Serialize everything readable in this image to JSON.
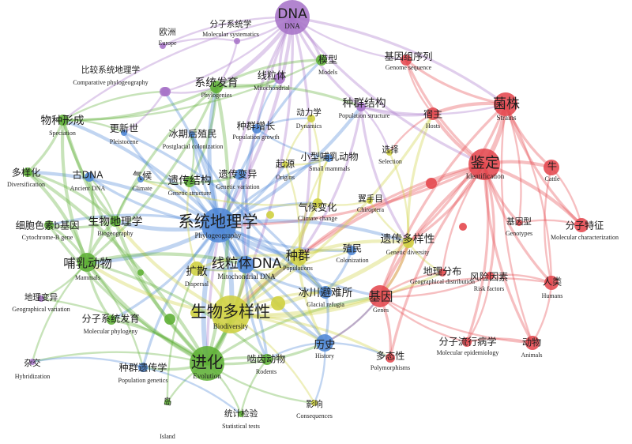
{
  "colors": {
    "green": "#5fb036",
    "red": "#e4484e",
    "purple": "#a774c8",
    "blue": "#4e87d6",
    "yellow": "#cfd040"
  },
  "nodes": [
    {
      "id": "dna",
      "cn": "DNA",
      "en": "DNA",
      "cluster": "purple",
      "weight": 5
    },
    {
      "id": "europe",
      "cn": "欧洲",
      "en": "Europe",
      "cluster": "purple",
      "weight": 1
    },
    {
      "id": "molsys",
      "cn": "分子系统学",
      "en": "Molecular systematics",
      "cluster": "purple",
      "weight": 1
    },
    {
      "id": "compphylo",
      "cn": "比较系统地理学",
      "en": "Comparative phylogeography",
      "cluster": "purple",
      "weight": 1
    },
    {
      "id": "models",
      "cn": "模型",
      "en": "Models",
      "cluster": "green",
      "weight": 2
    },
    {
      "id": "mito",
      "cn": "线粒体",
      "en": "Mitochondrial",
      "cluster": "purple",
      "weight": 2
    },
    {
      "id": "phylogenies",
      "cn": "系统发育",
      "en": "Phylogenies",
      "cluster": "green",
      "weight": 3
    },
    {
      "id": "genomeseq",
      "cn": "基因组序列",
      "en": "Genome sequence",
      "cluster": "red",
      "weight": 2
    },
    {
      "id": "strains",
      "cn": "菌株",
      "en": "Strains",
      "cluster": "red",
      "weight": 5
    },
    {
      "id": "popstruct",
      "cn": "种群结构",
      "en": "Population structure",
      "cluster": "purple",
      "weight": 3
    },
    {
      "id": "speciation",
      "cn": "物种形成",
      "en": "Speciation",
      "cluster": "green",
      "weight": 3
    },
    {
      "id": "pleistocene",
      "cn": "更新世",
      "en": "Pleistocene",
      "cluster": "blue",
      "weight": 2
    },
    {
      "id": "postglacial",
      "cn": "冰期后殖民",
      "en": "Postglacial colonization",
      "cluster": "blue",
      "weight": 2
    },
    {
      "id": "popgrowth",
      "cn": "种群增长",
      "en": "Population growth",
      "cluster": "blue",
      "weight": 2
    },
    {
      "id": "dynamics",
      "cn": "动力学",
      "en": "Dynamics",
      "cluster": "yellow",
      "weight": 1
    },
    {
      "id": "hosts",
      "cn": "宿主",
      "en": "Hosts",
      "cluster": "red",
      "weight": 2
    },
    {
      "id": "selection",
      "cn": "选择",
      "en": "Selection",
      "cluster": "yellow",
      "weight": 1
    },
    {
      "id": "smallmammals",
      "cn": "小型哺乳动物",
      "en": "Small mammals",
      "cluster": "blue",
      "weight": 2
    },
    {
      "id": "diversification",
      "cn": "多样化",
      "en": "Diversification",
      "cluster": "green",
      "weight": 2
    },
    {
      "id": "ancientdna",
      "cn": "古DNA",
      "en": "Ancient DNA",
      "cluster": "blue",
      "weight": 2
    },
    {
      "id": "climate",
      "cn": "气候",
      "en": "Climate",
      "cluster": "blue",
      "weight": 2
    },
    {
      "id": "genstruct",
      "cn": "遗传结构",
      "en": "Genetic structure",
      "cluster": "green",
      "weight": 3
    },
    {
      "id": "genvar",
      "cn": "遗传变异",
      "en": "Genetic variation",
      "cluster": "blue",
      "weight": 2
    },
    {
      "id": "origins",
      "cn": "起源",
      "en": "Origins",
      "cluster": "yellow",
      "weight": 2
    },
    {
      "id": "identification",
      "cn": "鉴定",
      "en": "Identification",
      "cluster": "red",
      "weight": 6
    },
    {
      "id": "cattle",
      "cn": "牛",
      "en": "Cattle",
      "cluster": "red",
      "weight": 2
    },
    {
      "id": "climatechange",
      "cn": "气候变化",
      "en": "Climate change",
      "cluster": "yellow",
      "weight": 2
    },
    {
      "id": "chiroptera",
      "cn": "翼手目",
      "en": "Chiroptera",
      "cluster": "yellow",
      "weight": 1
    },
    {
      "id": "cytb",
      "cn": "细胞色素b基因",
      "en": "Cytochrome-B gene",
      "cluster": "green",
      "weight": 2
    },
    {
      "id": "biogeo",
      "cn": "生物地理学",
      "en": "Biogeography",
      "cluster": "green",
      "weight": 3
    },
    {
      "id": "phylogeography",
      "cn": "系统地理学",
      "en": "Phylogeography",
      "cluster": "blue",
      "weight": 7
    },
    {
      "id": "genotypes",
      "cn": "基因型",
      "en": "Genotypes",
      "cluster": "red",
      "weight": 1
    },
    {
      "id": "molchar",
      "cn": "分子特征",
      "en": "Molecular characterization",
      "cluster": "red",
      "weight": 2
    },
    {
      "id": "gendiv",
      "cn": "遗传多样性",
      "en": "Genetic diversity",
      "cluster": "yellow",
      "weight": 3
    },
    {
      "id": "colonization",
      "cn": "殖民",
      "en": "Colonization",
      "cluster": "blue",
      "weight": 2
    },
    {
      "id": "mammals",
      "cn": "哺乳动物",
      "en": "Mammals",
      "cluster": "green",
      "weight": 4
    },
    {
      "id": "dispersal",
      "cn": "扩散",
      "en": "Dispersal",
      "cluster": "yellow",
      "weight": 3
    },
    {
      "id": "mtdna",
      "cn": "线粒体DNA",
      "en": "Mitochondrial DNA",
      "cluster": "blue",
      "weight": 5
    },
    {
      "id": "populations",
      "cn": "种群",
      "en": "Populations",
      "cluster": "yellow",
      "weight": 4
    },
    {
      "id": "riskfactors",
      "cn": "风险因素",
      "en": "Risk factors",
      "cluster": "red",
      "weight": 2
    },
    {
      "id": "humans",
      "cn": "人类",
      "en": "Humans",
      "cluster": "red",
      "weight": 2
    },
    {
      "id": "geovar",
      "cn": "地理变异",
      "en": "Geographical variation",
      "cluster": "purple",
      "weight": 1
    },
    {
      "id": "glacialrefugia",
      "cn": "冰川避难所",
      "en": "Glacial refugia",
      "cluster": "blue",
      "weight": 3
    },
    {
      "id": "genes",
      "cn": "基因",
      "en": "Genes",
      "cluster": "red",
      "weight": 4
    },
    {
      "id": "geodist",
      "cn": "地理分布",
      "en": "Geographical distribution",
      "cluster": "red",
      "weight": 2
    },
    {
      "id": "biodiversity",
      "cn": "生物多样性",
      "en": "Biodiversity",
      "cluster": "yellow",
      "weight": 7
    },
    {
      "id": "molphylo",
      "cn": "分子系统发育",
      "en": "Molecular phylogeny",
      "cluster": "green",
      "weight": 2
    },
    {
      "id": "history",
      "cn": "历史",
      "en": "History",
      "cluster": "blue",
      "weight": 3
    },
    {
      "id": "polymorphisms",
      "cn": "多态性",
      "en": "Polymorphisms",
      "cluster": "red",
      "weight": 2
    },
    {
      "id": "molepi",
      "cn": "分子流行病学",
      "en": "Molecular epidemiology",
      "cluster": "red",
      "weight": 2
    },
    {
      "id": "animals",
      "cn": "动物",
      "en": "Animals",
      "cluster": "red",
      "weight": 2
    },
    {
      "id": "hybridization",
      "cn": "杂交",
      "en": "Hybridization",
      "cluster": "purple",
      "weight": 1
    },
    {
      "id": "popgenetics",
      "cn": "种群遗传学",
      "en": "Population genetics",
      "cluster": "blue",
      "weight": 2
    },
    {
      "id": "evolution",
      "cn": "进化",
      "en": "Evolution",
      "cluster": "green",
      "weight": 7
    },
    {
      "id": "rodents",
      "cn": "啮齿动物",
      "en": "Rodents",
      "cluster": "green",
      "weight": 2
    },
    {
      "id": "consequences",
      "cn": "影响",
      "en": "Consequences",
      "cluster": "yellow",
      "weight": 1
    },
    {
      "id": "statistical",
      "cn": "统计检验",
      "en": "Statistical tests",
      "cluster": "green",
      "weight": 1
    },
    {
      "id": "island",
      "cn": "岛",
      "en": "Island",
      "cluster": "green",
      "weight": 1
    }
  ]
}
